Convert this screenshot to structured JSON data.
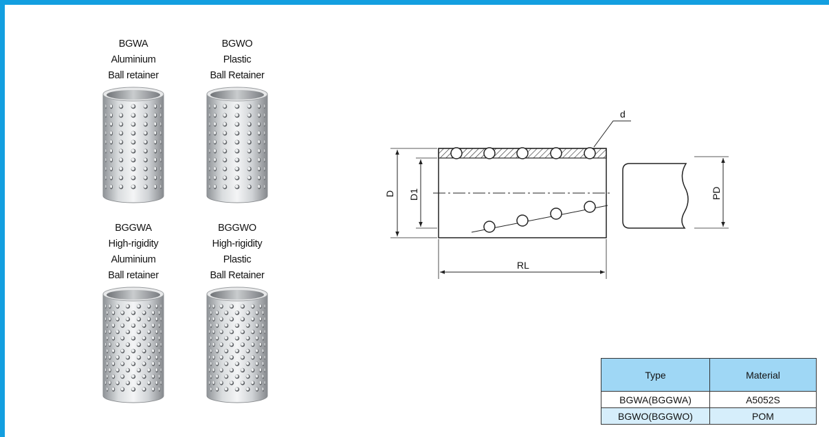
{
  "products": [
    {
      "id": "bgwa",
      "lines": [
        "BGWA",
        "Aluminium",
        "Ball retainer"
      ],
      "pattern": "sparse"
    },
    {
      "id": "bgwo",
      "lines": [
        "BGWO",
        "Plastic",
        "Ball Retainer"
      ],
      "pattern": "sparse"
    },
    {
      "id": "bggwa",
      "lines": [
        "BGGWA",
        "High-rigidity",
        "Aluminium",
        "Ball retainer"
      ],
      "pattern": "dense"
    },
    {
      "id": "bggwo",
      "lines": [
        "BGGWO",
        "High-rigidity",
        "Plastic",
        "Ball Retainer"
      ],
      "pattern": "dense"
    }
  ],
  "diagram": {
    "label_d": "d",
    "label_D": "D",
    "label_D1": "D1",
    "label_RL": "RL",
    "label_PD": "PD"
  },
  "table": {
    "headers": [
      "Type",
      "Material"
    ],
    "rows": [
      [
        "BGWA(BGGWA)",
        "A5052S"
      ],
      [
        "BGWO(BGGWO)",
        "POM"
      ]
    ]
  },
  "colors": {
    "accent": "#139fe0",
    "header_bg": "#9fd7f5",
    "row_bg": "#d6eefb"
  }
}
